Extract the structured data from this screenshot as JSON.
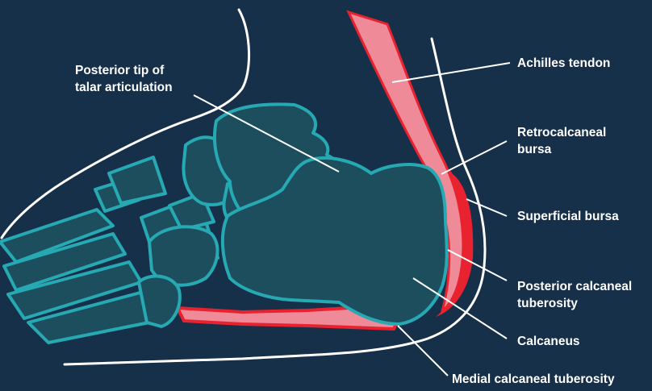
{
  "diagram": {
    "labels": {
      "posterior_tip_line1": "Posterior tip of",
      "posterior_tip_line2": "talar articulation",
      "achilles_tendon": "Achilles tendon",
      "retrocalcaneal_line1": "Retrocalcaneal",
      "retrocalcaneal_line2": "bursa",
      "superficial_bursa": "Superficial bursa",
      "posterior_tuberosity_line1": "Posterior calcaneal",
      "posterior_tuberosity_line2": "tuberosity",
      "calcaneus": "Calcaneus",
      "medial_tuberosity": "Medial calcaneal tuberosity"
    },
    "colors": {
      "background": "#16304a",
      "bone_fill": "#1c4e5e",
      "bone_outline": "#26a9b2",
      "tendon_fill": "#ef8a99",
      "bursa_fill": "#e8232f",
      "skin_line": "#ffffff",
      "leader_line": "#ffffff"
    }
  }
}
